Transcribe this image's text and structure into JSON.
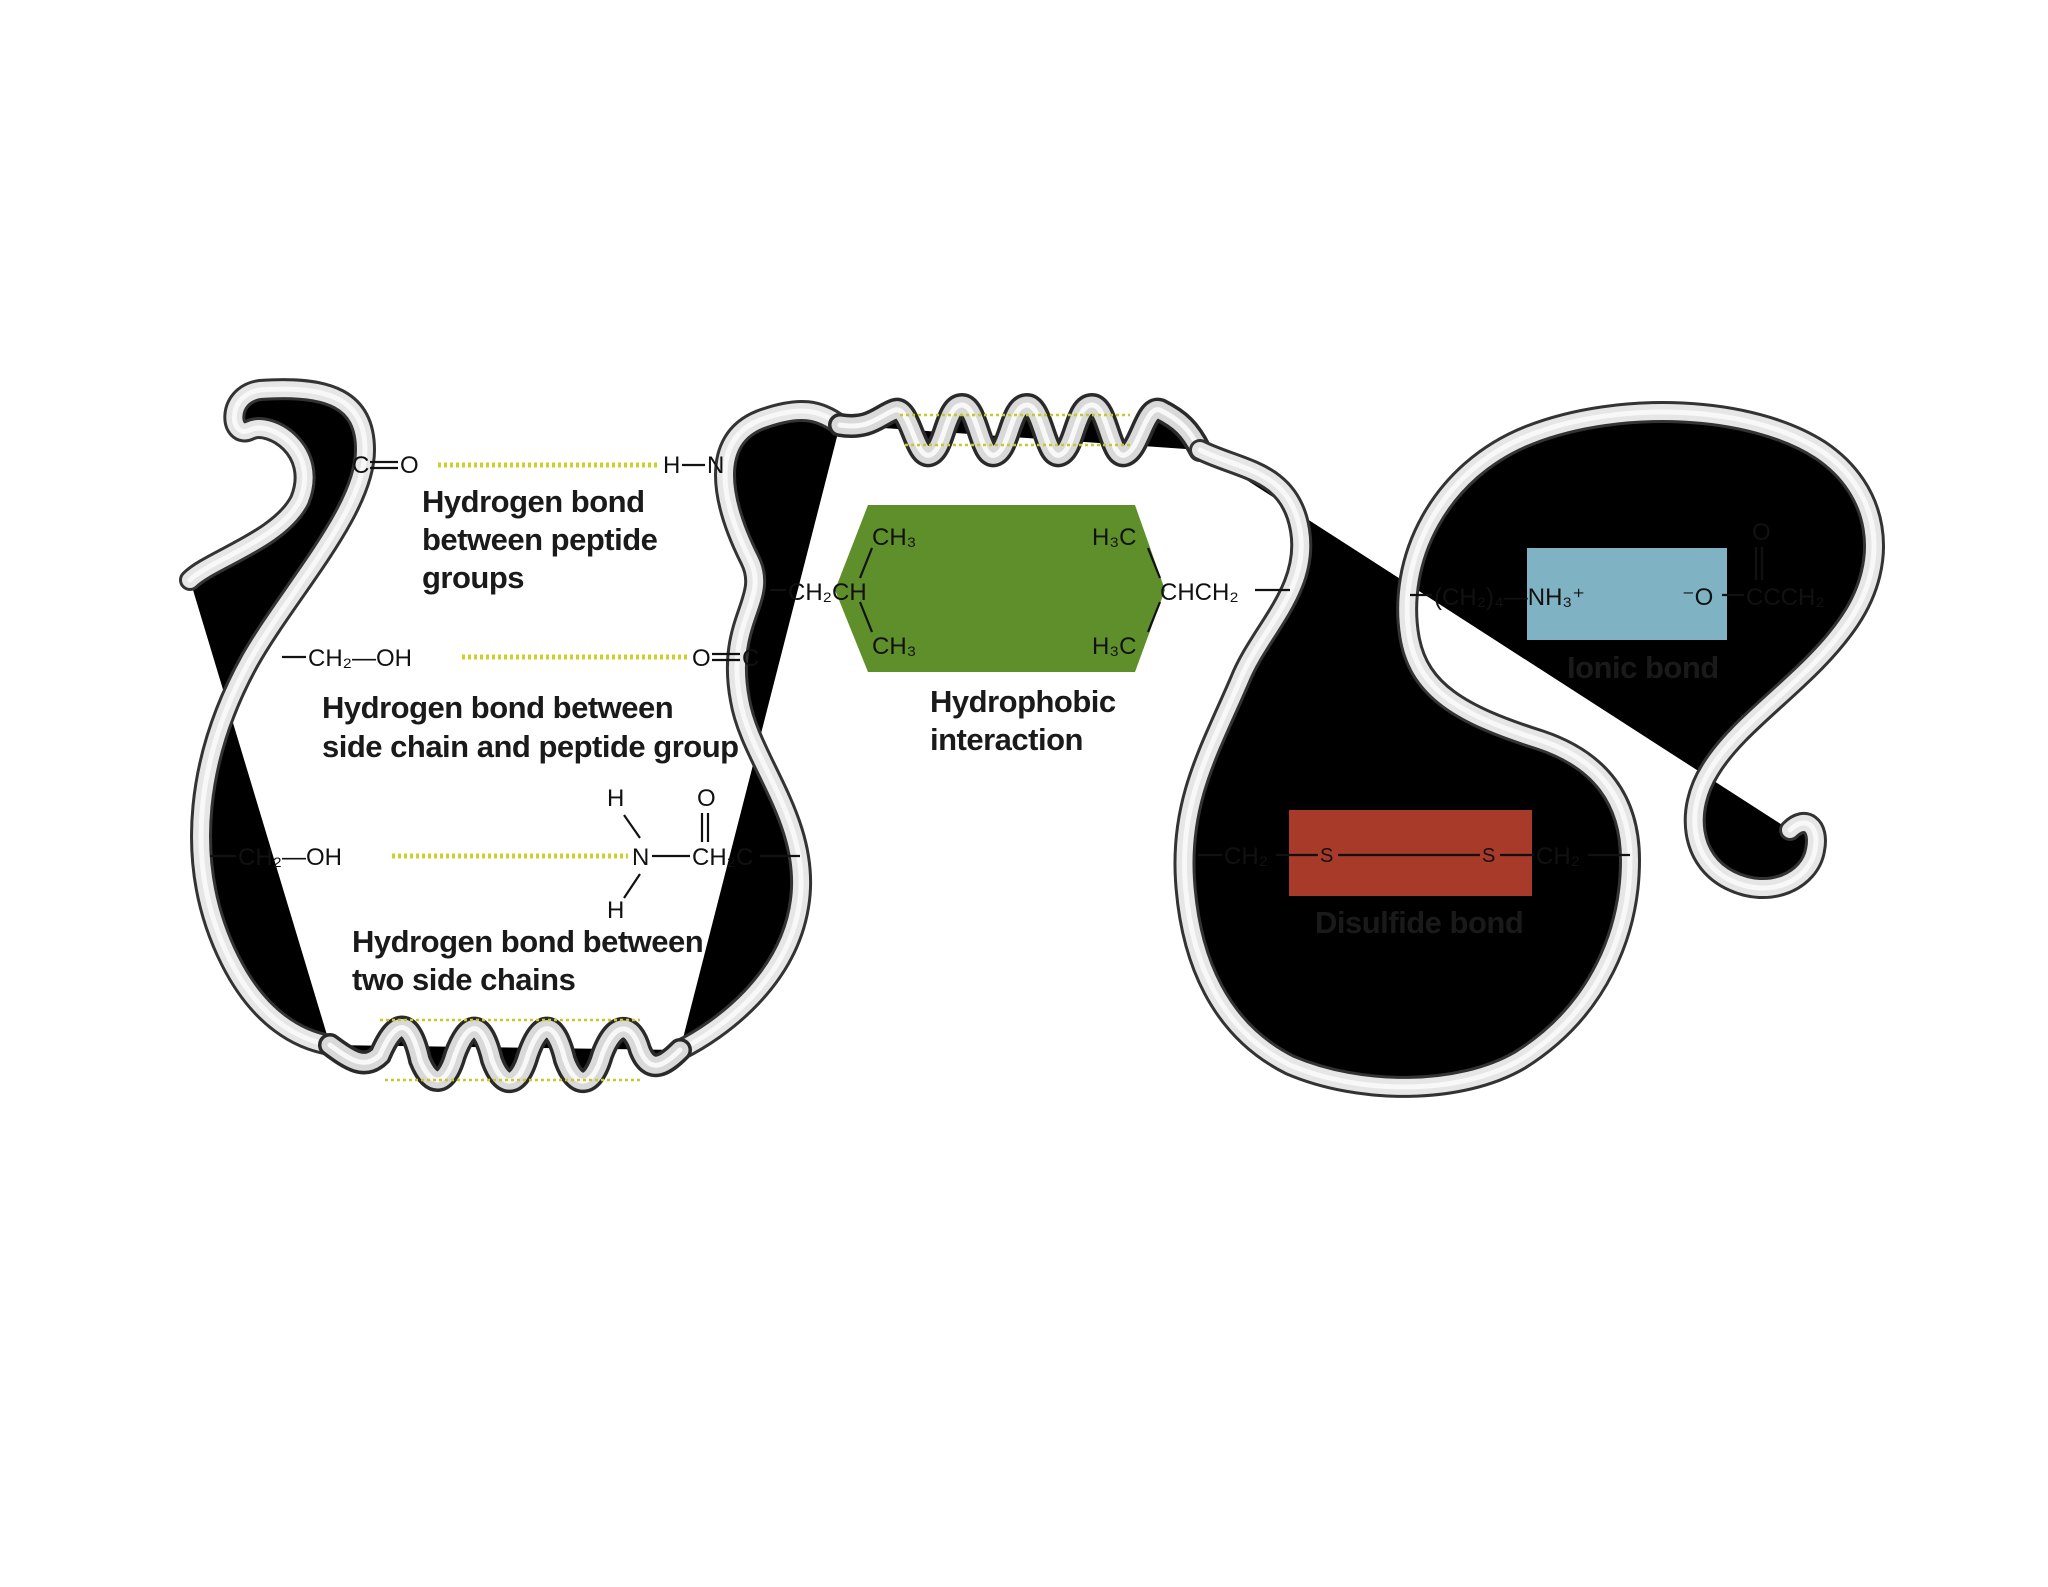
{
  "colors": {
    "background": "#ffffff",
    "ribbon_fill": "#e6e6e6",
    "ribbon_outline": "#333333",
    "hydrogen_bond": "#cfcf2a",
    "hydrophobic_box": "#5e8f2a",
    "ionic_box": "#7fb3c4",
    "disulfide_box": "#a83a2a"
  },
  "labels": {
    "hb_peptide": [
      "Hydrogen bond",
      "between peptide",
      "groups"
    ],
    "hb_side_peptide": [
      "Hydrogen bond between",
      "side chain and peptide group"
    ],
    "hb_side_side": [
      "Hydrogen bond between",
      "two side chains"
    ],
    "hydrophobic": [
      "Hydrophobic",
      "interaction"
    ],
    "ionic": "Ionic bond",
    "disulfide": "Disulfide bond"
  },
  "chem": {
    "co": "C=O",
    "c": "C",
    "o": "O",
    "h": "H",
    "n": "N",
    "ch2_oh": "CH₂—OH",
    "ch2_c": "CH₂C",
    "ch2ch": "CH₂CH",
    "chch2": "CHCH₂",
    "ch3": "CH₃",
    "h3c": "H₃C",
    "ch2": "CH₂",
    "s": "S",
    "ch2_4_nh3": "(CH₂)₄—NH₃⁺",
    "o_minus": "⁻O",
    "ccch2": "CCCH₂"
  }
}
